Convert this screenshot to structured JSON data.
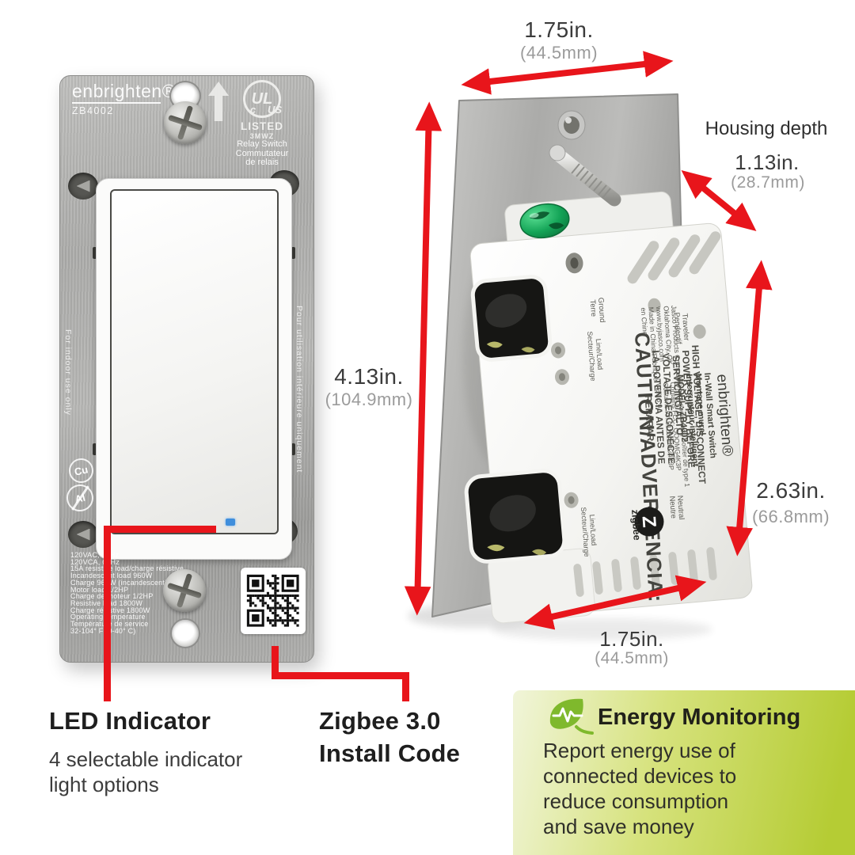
{
  "colors": {
    "red": "#e8151b",
    "leaf_green": "#7fb92c",
    "panel_green": "#b5cc34",
    "led_blue": "#3f8edc"
  },
  "left_device": {
    "brand": "enbrighten®",
    "model": "ZB4002",
    "ul_mark": {
      "ul": "UL",
      "c": "c",
      "us": "US",
      "listed": "LISTED",
      "file": "3MWZ",
      "type_line1": "Relay Switch",
      "type_line2": "Commutateur",
      "type_line3": "de relais"
    },
    "side_left": "For indoor use only",
    "side_right": "Pour utilisation intérieure uniquement",
    "wire_cu": "Cu",
    "wire_al": "Al",
    "specs": [
      "120VAC, 60Hz",
      "120VCA, 60Hz",
      "15A resistive load/charge résistive",
      "Incandescent load 960W",
      "Charge 960W (incandescent)",
      "Motor load 1/2HP",
      "Charge de moteur 1/2HP",
      "Resistive load 1800W",
      "Charge résistive 1800W",
      "Operating temperature",
      "Température de service",
      "32-104° F (0-40° C)"
    ]
  },
  "right_device": {
    "label": {
      "ground": "Ground",
      "terre": "Terre",
      "line_load": "Line/Load",
      "secteur_charge": "Secteur/Charge",
      "caution": "CAUTION/ADVERTENCIA:",
      "warning": [
        "HIGH VOLTAGE, DISCONNECT",
        "POWER SUPPLY BEFORE",
        "SERVICING/ALTO",
        "VOLTAJE DESCONECTE",
        "LA POTENCIA ANTES DE",
        "REPARAR"
      ],
      "traveler": "Traveler",
      "pendentif": "Pendentif",
      "mfr": [
        "Jasco Products Company",
        "Oklahoma City, OK",
        "www.byjasco.com",
        "Made in China/Fabriqué",
        "en Chine"
      ],
      "brand": "enbrighten®",
      "product": [
        "In-Wall Smart Switch",
        "Montage mural",
        "Interrupteur intelligent",
        "MODEL: ZB4002"
      ],
      "regulatory": [
        "Type 1 enclosure | Boîtier de type 1",
        "Contains FCC: QOQMG4K3P",
        "Contains IC: 5123A-MG4K3P",
        "VER 3.0"
      ],
      "zigbee_wordmark": "zigbee",
      "zigbee_z": "Z",
      "neutral": "Neutral",
      "neutre": "Neutre"
    }
  },
  "dimensions": {
    "width_top": {
      "inches": "1.75in.",
      "mm": "(44.5mm)"
    },
    "height_left": {
      "inches": "4.13in.",
      "mm": "(104.9mm)"
    },
    "housing_depth": {
      "label": "Housing depth",
      "inches": "1.13in.",
      "mm": "(28.7mm)"
    },
    "height_right": {
      "inches": "2.63in.",
      "mm": "(66.8mm)"
    },
    "width_bottom": {
      "inches": "1.75in.",
      "mm": "(44.5mm)"
    }
  },
  "callouts": {
    "led": {
      "title": "LED Indicator",
      "line1": "4 selectable indicator",
      "line2": "light options"
    },
    "install": {
      "line1": "Zigbee 3.0",
      "line2": "Install Code"
    },
    "energy": {
      "title": "Energy Monitoring",
      "line1": "Report energy use of",
      "line2": "connected devices to",
      "line3": "reduce consumption",
      "line4": "and save money"
    }
  }
}
